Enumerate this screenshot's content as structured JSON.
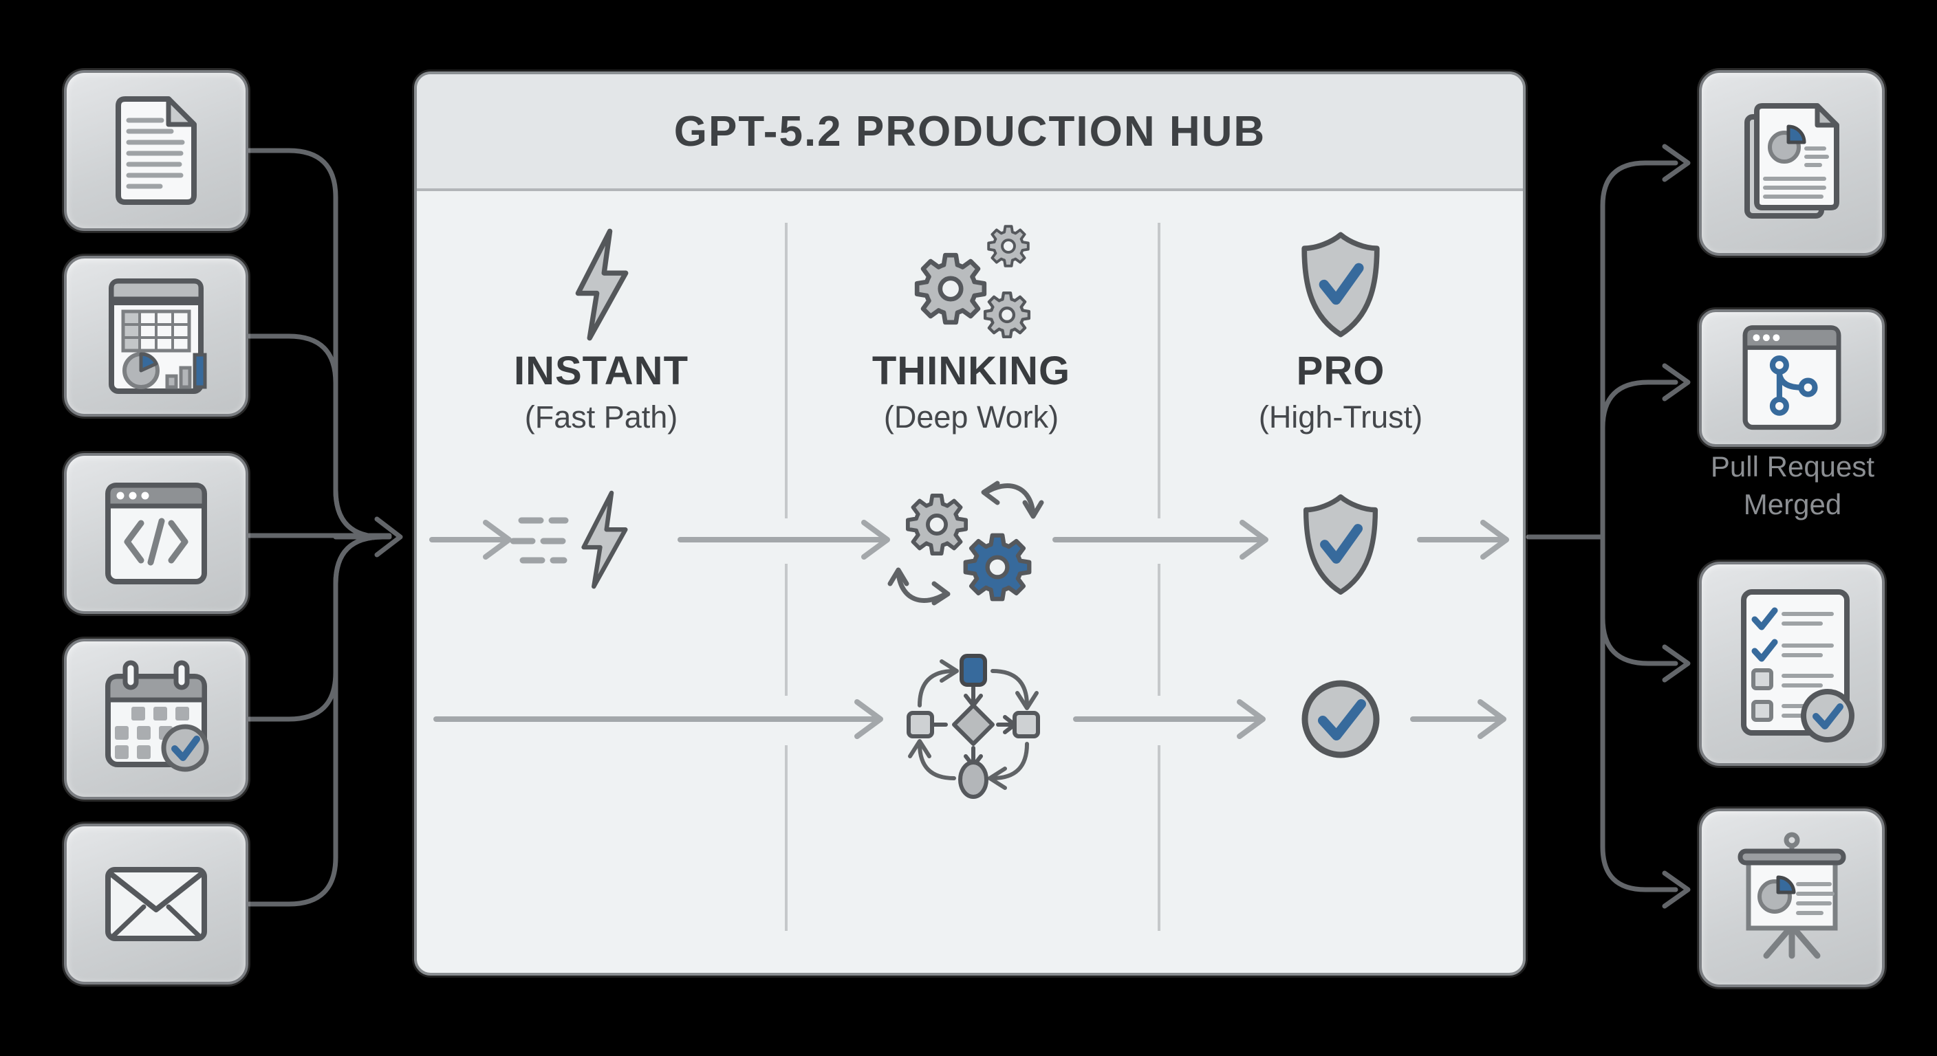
{
  "panel": {
    "title": "GPT-5.2 PRODUCTION HUB"
  },
  "stages": [
    {
      "label": "INSTANT",
      "sublabel": "(Fast Path)",
      "icon": "lightning-icon"
    },
    {
      "label": "THINKING",
      "sublabel": "(Deep Work)",
      "icon": "gears-icon"
    },
    {
      "label": "PRO",
      "sublabel": "(High-Trust)",
      "icon": "shield-check-icon"
    }
  ],
  "inputs": [
    {
      "name": "document",
      "icon": "document-icon"
    },
    {
      "name": "spreadsheet-report",
      "icon": "spreadsheet-chart-icon"
    },
    {
      "name": "code-window",
      "icon": "code-window-icon"
    },
    {
      "name": "calendar-scheduled",
      "icon": "calendar-check-icon"
    },
    {
      "name": "email",
      "icon": "envelope-icon"
    }
  ],
  "outputs": [
    {
      "name": "report-document",
      "icon": "report-pages-icon"
    },
    {
      "name": "pull-request-merged",
      "icon": "git-merge-window-icon",
      "label": "Pull Request Merged"
    },
    {
      "name": "checklist-complete",
      "icon": "checklist-icon"
    },
    {
      "name": "presentation",
      "icon": "presentation-board-icon"
    }
  ],
  "pipelines": [
    {
      "row": 1,
      "steps": [
        "fast-lightning-icon",
        "gear-sync-icon",
        "shield-check-icon"
      ]
    },
    {
      "row": 2,
      "steps": [
        "flowchart-icon",
        "check-circle-icon"
      ]
    }
  ],
  "colors": {
    "background": "#000000",
    "panel": "#eff2f3",
    "panel_header": "#e3e6e8",
    "accent_blue": "#376a9c",
    "connector_gray": "#63666a",
    "inner_arrow_gray": "#a3a7aa",
    "icon_gray": "#c3c6c8",
    "stroke_dark": "#55585c"
  }
}
